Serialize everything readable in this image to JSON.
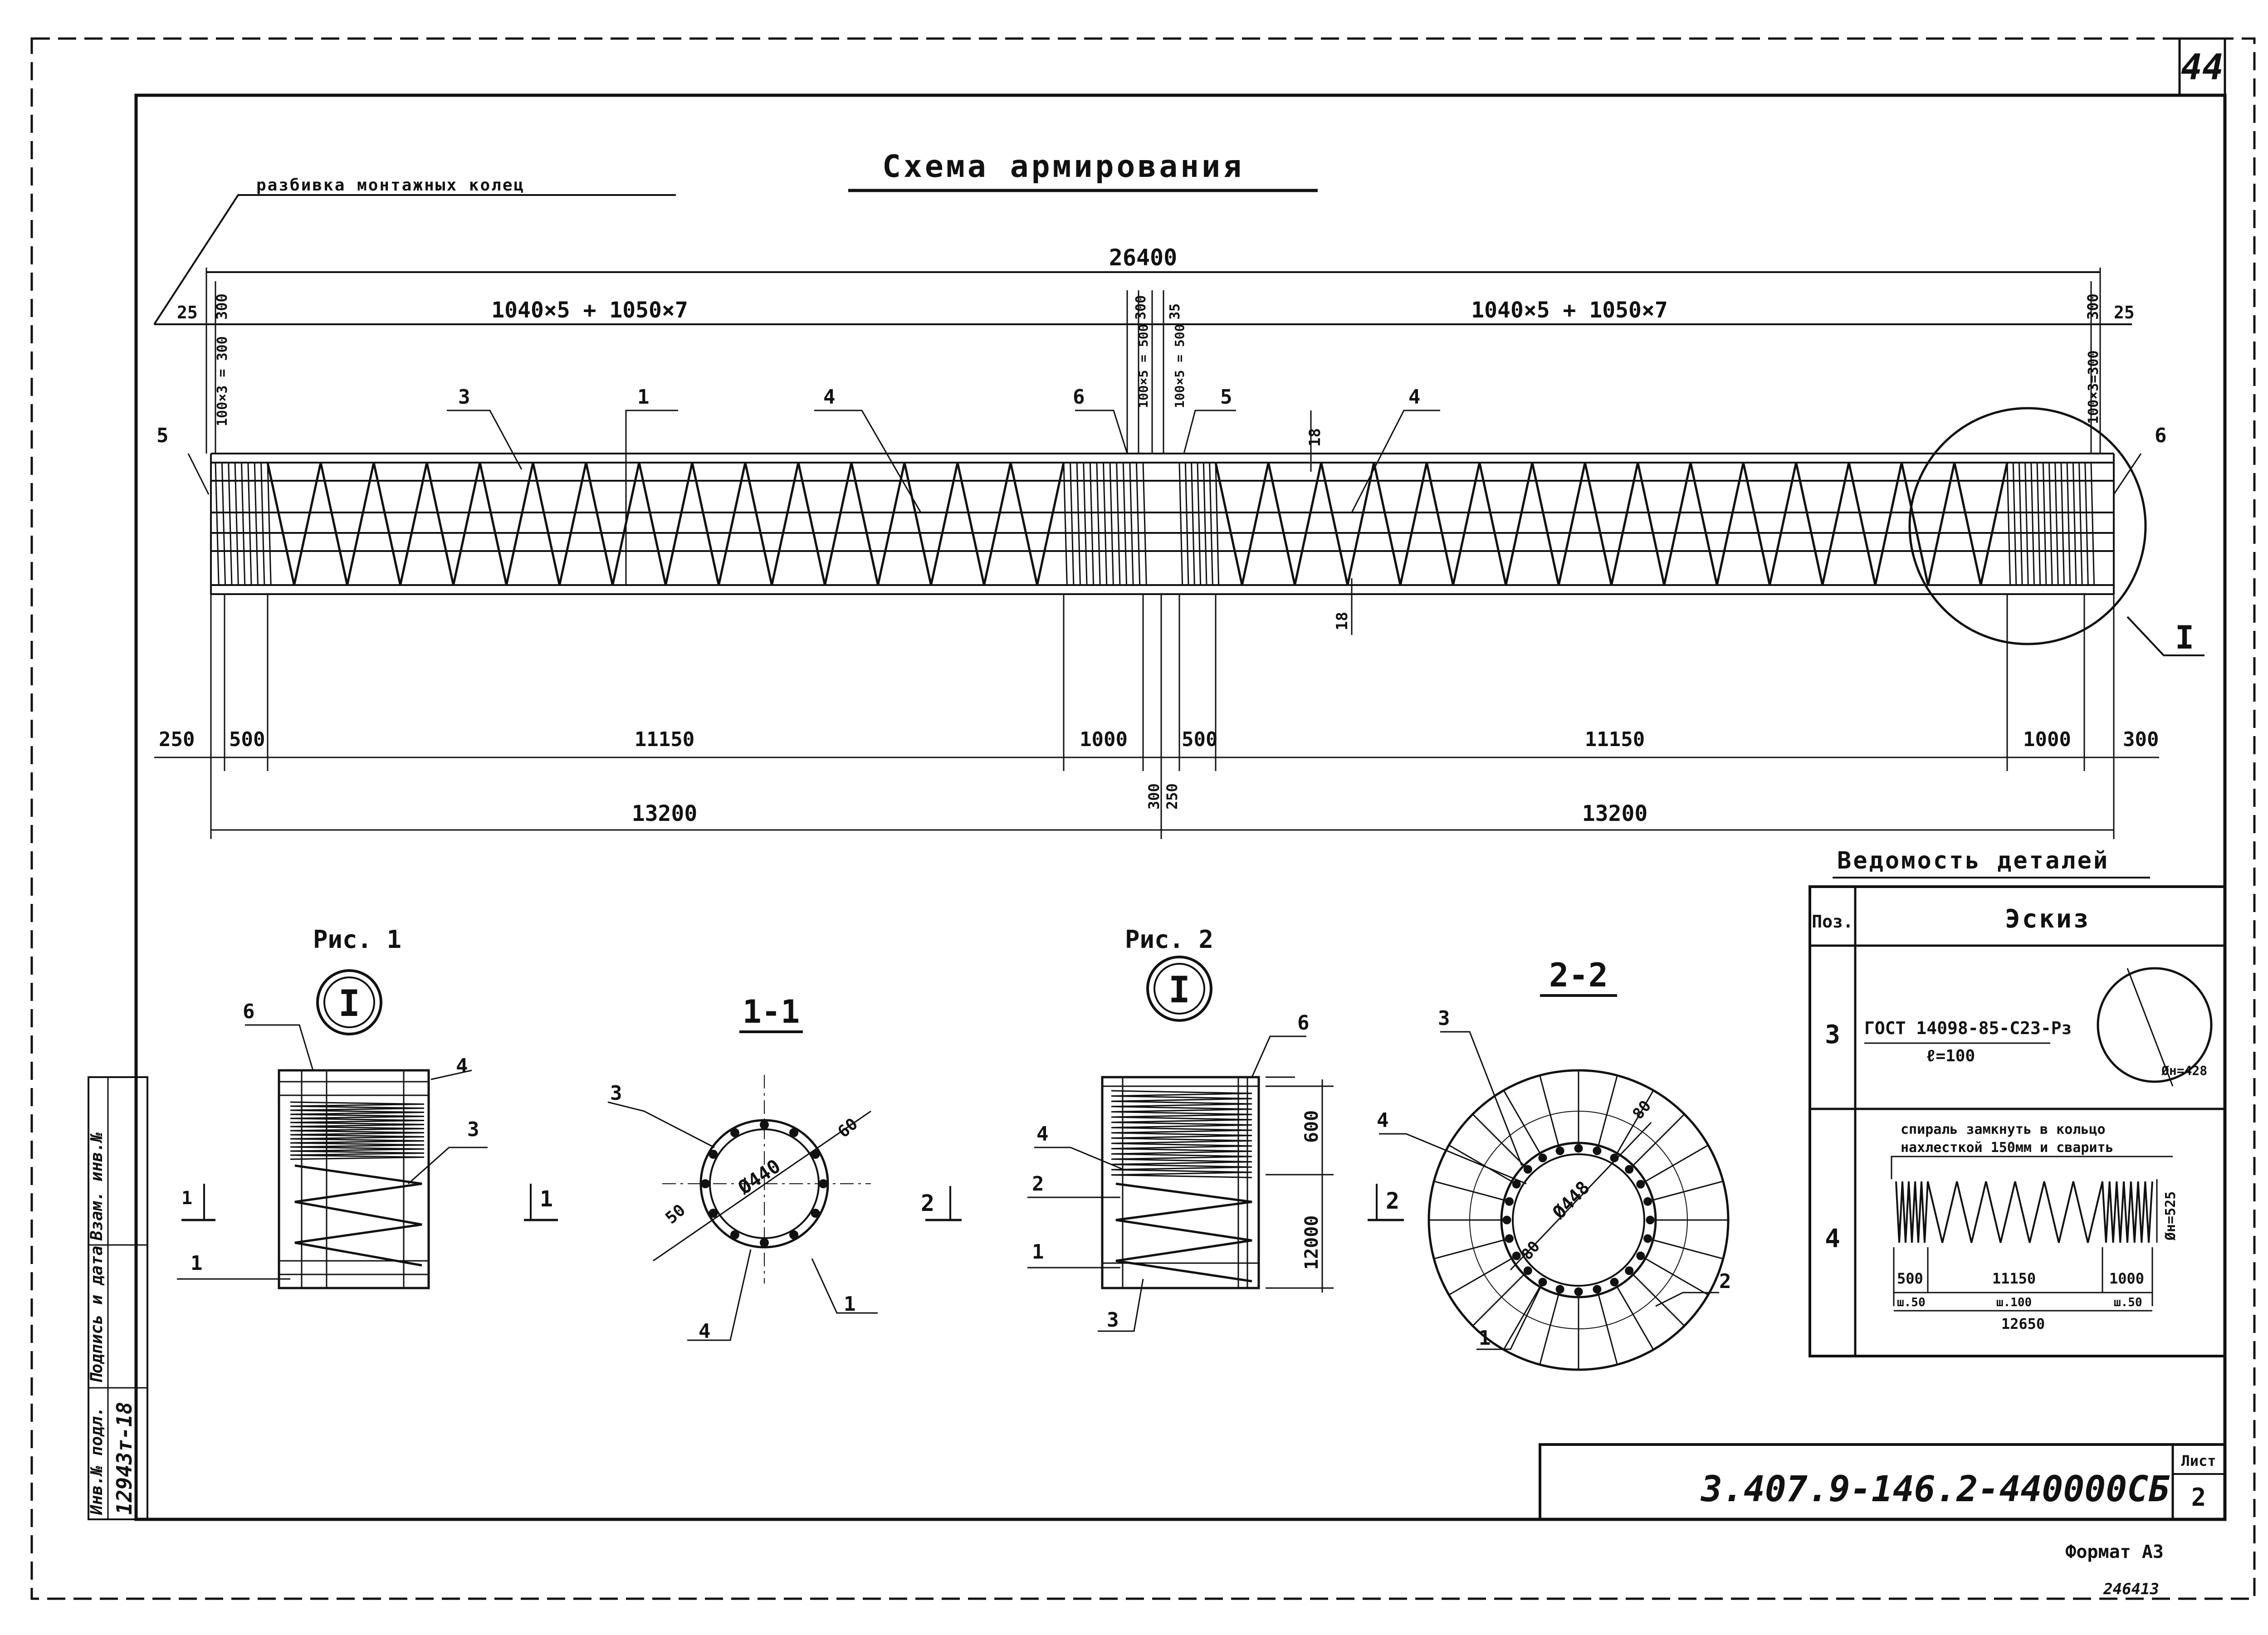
{
  "sheet": {
    "page_number": "44",
    "title": "Схема армирования",
    "callout_rings": "разбивка монтажных колец",
    "format": "Формат А3",
    "archive_no": "246413",
    "designation": "3.407.9-146.2-440000СБ",
    "list_label": "Лист",
    "list_value": "2"
  },
  "stamp": {
    "col1": "Инв.№ подл.",
    "col2": "Подпись и дата",
    "col3": "Взам. инв.№",
    "inv_value": "12943т-18"
  },
  "main_view": {
    "overall_dim": "26400",
    "top_left_dim": "1040×5 + 1050×7",
    "top_right_dim": "1040×5 + 1050×7",
    "left_end_top": "25",
    "left_end_top2": "300",
    "right_end_top": "25",
    "right_end_top2": "300",
    "vert_left": "100×3 = 300",
    "vert_right": "100×3=300",
    "mid_a": "300",
    "mid_b": "35",
    "mid_c": "100×5 = 500",
    "mid_d": "100×5 = 500",
    "clear_top": "18",
    "clear_bot": "18",
    "pos1": "1",
    "pos3": "3",
    "pos4a": "4",
    "pos4b": "4",
    "pos5a": "5",
    "pos5b": "5",
    "pos6a": "6",
    "pos6b": "6",
    "node": "I",
    "b_250": "250",
    "b_500a": "500",
    "b_11150a": "11150",
    "b_1000a": "1000",
    "b_300mid": "300",
    "b_250mid": "250",
    "b_500b": "500",
    "b_11150b": "11150",
    "b_1000b": "1000",
    "b_300end": "300",
    "half_left": "13200",
    "half_right": "13200"
  },
  "fig1": {
    "caption": "Рис. 1",
    "node": "I",
    "p6": "6",
    "p4": "4",
    "p3": "3",
    "p1": "1",
    "sect": "1"
  },
  "sect11": {
    "title": "1-1",
    "dia": "Ø440",
    "d60": "60",
    "d50": "50",
    "p3": "3",
    "p4": "4",
    "p1": "1",
    "cut": "1"
  },
  "fig2": {
    "caption": "Рис. 2",
    "node": "I",
    "p6": "6",
    "p4": "4",
    "p2": "2",
    "p1": "1",
    "p3": "3",
    "d600": "600",
    "d12000": "12000",
    "cut": "2"
  },
  "sect22": {
    "title": "2-2",
    "dia": "Ø448",
    "d80": "80",
    "d80b": "80",
    "p3": "3",
    "p4": "4",
    "p2": "2",
    "p1": "1",
    "cut": "2"
  },
  "details": {
    "title": "Ведомость деталей",
    "col_pos": "Поз.",
    "col_sketch": "Эскиз",
    "row3_pos": "3",
    "row3_gost": "ГОСТ 14098-85-С23-Рз",
    "row3_len": "ℓ=100",
    "row3_dia": "Øн=428",
    "row4_pos": "4",
    "row4_note1": "спираль замкнуть в кольцо",
    "row4_note2": "нахлесткой 150мм и сварить",
    "row4_h": "Øн=525",
    "row4_d500": "500",
    "row4_d11150": "11150",
    "row4_d1000": "1000",
    "row4_s50a": "ш.50",
    "row4_s100": "ш.100",
    "row4_s50b": "ш.50",
    "row4_total": "12650"
  }
}
